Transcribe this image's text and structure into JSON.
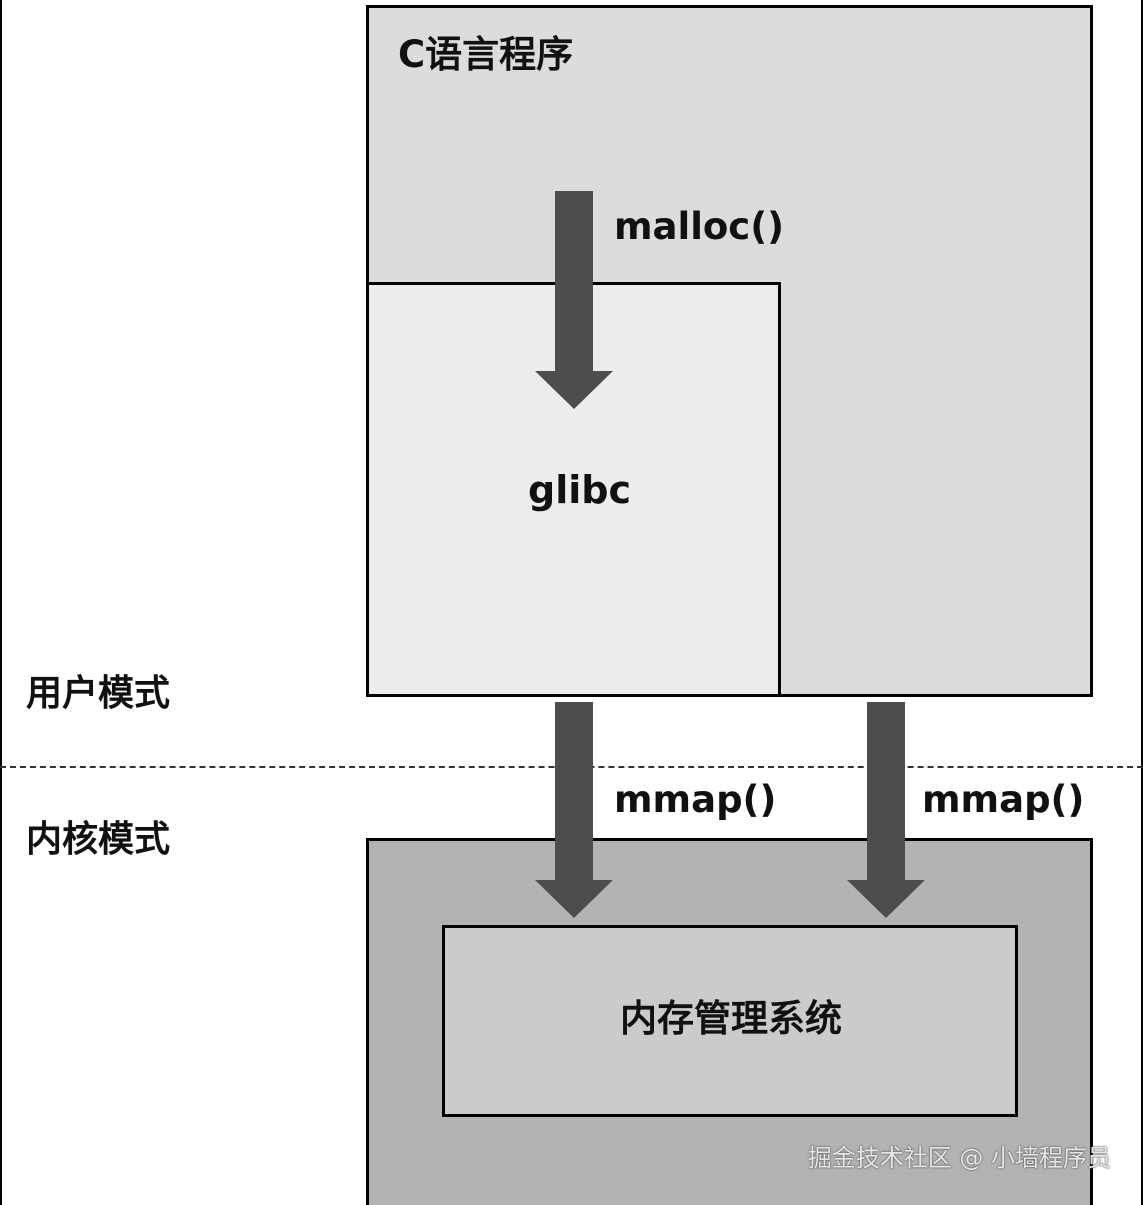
{
  "nodes": {
    "c_program": "C语言程序",
    "glibc": "glibc",
    "memory_management": "内存管理系统"
  },
  "modes": {
    "user": "用户模式",
    "kernel": "内核模式"
  },
  "calls": {
    "malloc": "malloc()",
    "mmap_left": "mmap()",
    "mmap_right": "mmap()"
  },
  "watermark": "掘金技术社区 @ 小墙程序员",
  "colors": {
    "c_program_fill": "#dcdcdc",
    "glibc_fill": "#ececec",
    "kernel_fill": "#b3b3b3",
    "memory_management_fill": "#cbcbcb",
    "arrow": "#4d4d4d"
  }
}
